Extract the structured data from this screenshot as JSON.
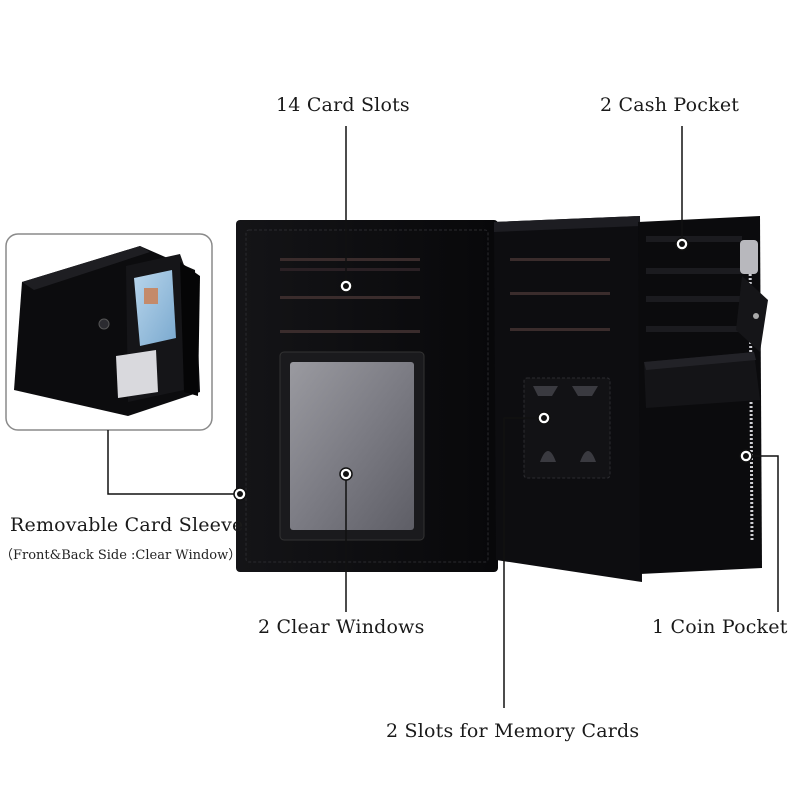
{
  "labels": {
    "card_slots": "14 Card Slots",
    "cash_pocket": "2 Cash Pocket",
    "card_sleeve": "Removable Card Sleeve",
    "card_sleeve_note": "（Front&Back Side :Clear Window）",
    "clear_windows": "2 Clear Windows",
    "coin_pocket": "1 Coin Pocket",
    "memory_slots": "2 Slots for Memory Cards"
  },
  "colors": {
    "leather": "#0e0e10",
    "leather_light": "#1c1c20",
    "stitch": "#3a3a40",
    "window": "#8a8a90",
    "callout": "#111111"
  }
}
